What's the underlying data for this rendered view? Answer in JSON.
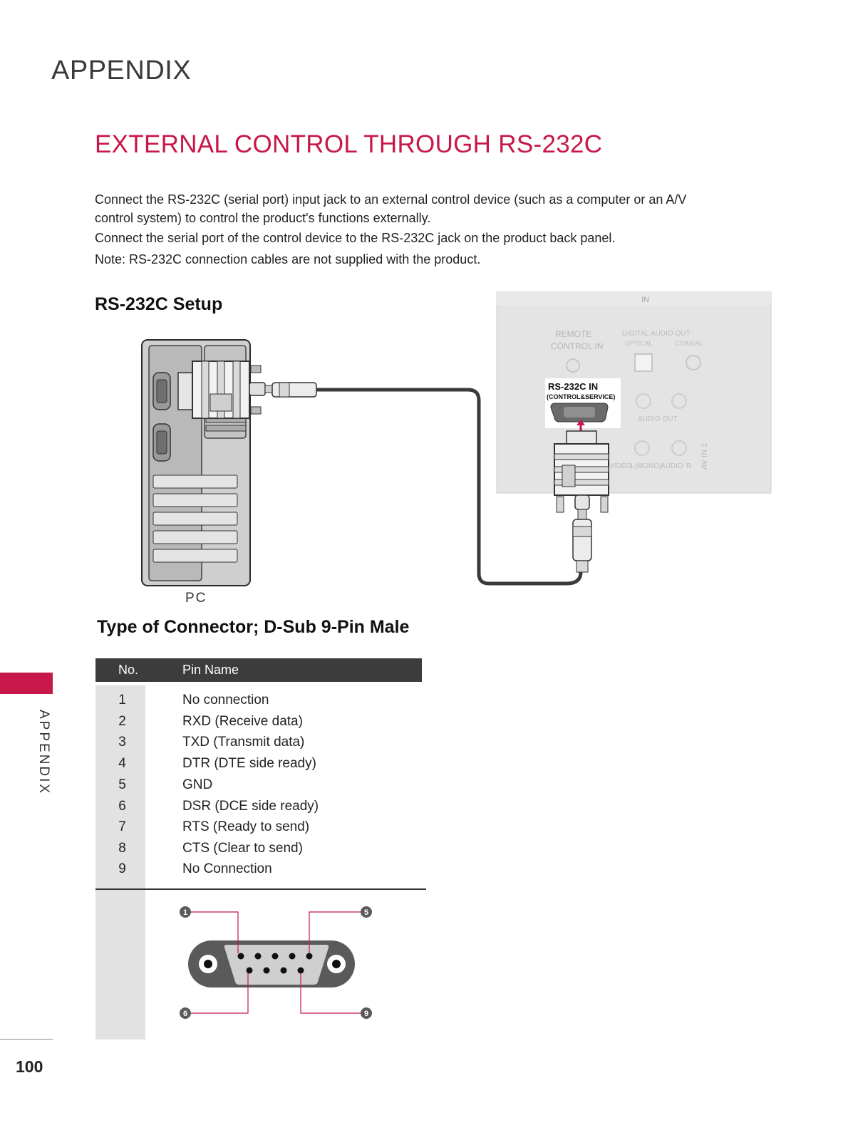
{
  "header": {
    "section": "APPENDIX"
  },
  "main": {
    "title": "EXTERNAL CONTROL THROUGH RS-232C",
    "intro": [
      "Connect the RS-232C (serial port) input jack to an external control device (such as a computer or an A/V control system) to control the product's functions externally.",
      "Connect the serial port of the control device to the RS-232C jack on the product back panel.",
      "Note: RS-232C connection cables are not supplied with the product."
    ]
  },
  "setup": {
    "heading": "RS-232C Setup",
    "pc_label": "PC",
    "tv_panel": {
      "port_label": "RS-232C IN",
      "port_sublabel": "(CONTROL&SERVICE)",
      "faint_labels": [
        "REMOTE",
        "CONTROL IN",
        "DIGITAL AUDIO OUT",
        "OPTICAL",
        "COAXIAL",
        "AUDIO OUT",
        "AV IN 1",
        "VIDEO",
        "L(MONO)",
        "AUDIO",
        "R"
      ]
    }
  },
  "connector": {
    "heading": "Type of Connector; D-Sub 9-Pin Male",
    "table": {
      "columns": [
        "No.",
        "Pin Name"
      ],
      "rows": [
        {
          "no": "1",
          "name": "No connection"
        },
        {
          "no": "2",
          "name": "RXD (Receive data)"
        },
        {
          "no": "3",
          "name": "TXD (Transmit data)"
        },
        {
          "no": "4",
          "name": "DTR (DTE side ready)"
        },
        {
          "no": "5",
          "name": "GND"
        },
        {
          "no": "6",
          "name": "DSR (DCE side ready)"
        },
        {
          "no": "7",
          "name": "RTS (Ready to send)"
        },
        {
          "no": "8",
          "name": "CTS (Clear to send)"
        },
        {
          "no": "9",
          "name": "No Connection"
        }
      ]
    },
    "pin_callouts": [
      "1",
      "5",
      "6",
      "9"
    ]
  },
  "sidebar": {
    "label": "APPENDIX"
  },
  "footer": {
    "page_number": "100"
  },
  "colors": {
    "accent": "#c8174a",
    "table_header": "#3c3c3c",
    "pin_column": "#e2e2e2"
  }
}
